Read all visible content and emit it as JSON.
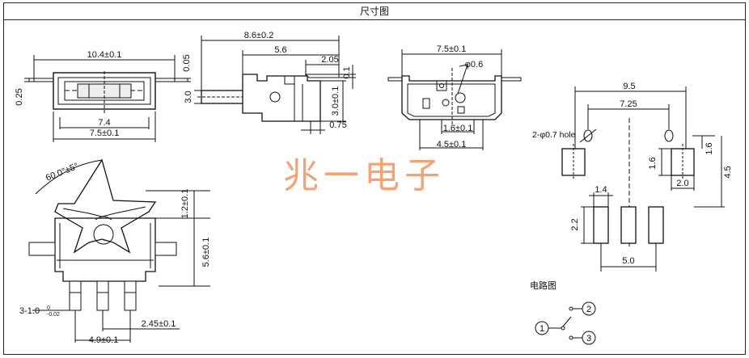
{
  "header": {
    "title": "尺寸图"
  },
  "watermark": {
    "text": "兆一电子",
    "color": "#f2a477"
  },
  "top_view": {
    "width_total": "10.4±0.1",
    "offset_small": "0.25",
    "height_small": "0.05",
    "inner_width": "7.4",
    "body_width": "7.5±0.1"
  },
  "side_view": {
    "total_length": "8.6±0.2",
    "lever_length": "5.6",
    "tab_length": "2.05",
    "tab_thickness": "0.1",
    "lever_height": "3.0",
    "body_height": "3.0±0.1",
    "foot_width": "0.75"
  },
  "front_view": {
    "width": "7.5±0.1",
    "pin_diameter": "φ0.6",
    "inner_spacing": "1.6±0.1",
    "base_width": "4.5±0.1"
  },
  "pcb": {
    "total_width": "9.5",
    "hole_spacing": "7.25",
    "hole_label": "2-φ0.7 hole",
    "pad_size": "1.6",
    "pad_gap": "1.6",
    "pad_width": "2.0",
    "vertical_span": "4.5",
    "pin_width": "1.4",
    "pin_height": "2.2",
    "pin_span": "5.0"
  },
  "actuator_view": {
    "angle": "60.0°±5°",
    "lever_rise": "1.2±0.1",
    "body_height": "5.6±0.1",
    "pin_label_main": "3-1.0",
    "pin_tol_upper": "0",
    "pin_tol_lower": "-0.02",
    "pin_offset": "2.45±0.1",
    "pin_pitch": "4.9±0.1"
  },
  "circuit": {
    "title": "电路图",
    "pins": [
      "1",
      "2",
      "3"
    ]
  }
}
